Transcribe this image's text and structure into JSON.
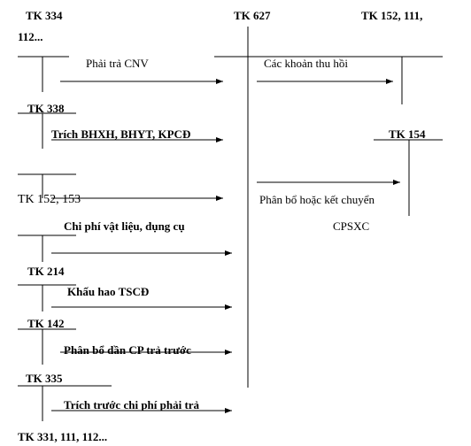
{
  "accounts": {
    "tk334": "TK 334",
    "tk627": "TK 627",
    "tk152_111_line1": "TK 152, 111,",
    "tk152_111_line2": "112...",
    "tk338": "TK 338",
    "tk154": "TK 154",
    "tk152_153": "TK 152, 153",
    "tk214": "TK 214",
    "tk142": "TK 142",
    "tk335": "TK 335",
    "tk331_111_112": "TK 331, 111, 112..."
  },
  "flows": {
    "phai_tra_cnv": "Phải trả CNV",
    "cac_khoan_thu_hoi": "Các khoản thu hồi",
    "trich_bhxh": "Trích BHXH, BHYT, KPCĐ",
    "phan_bo_ket_chuyen": "Phân bổ hoặc kết chuyển",
    "cpsxc": "CPSXC",
    "chi_phi_vat_lieu": "Chi phí vật liệu, dụng cụ",
    "khau_hao": "Khấu hao TSCĐ",
    "phan_bo_dan": "Phân bổ dần CP trả trước",
    "trich_truoc": "Trích trước chi phí phải trả"
  }
}
